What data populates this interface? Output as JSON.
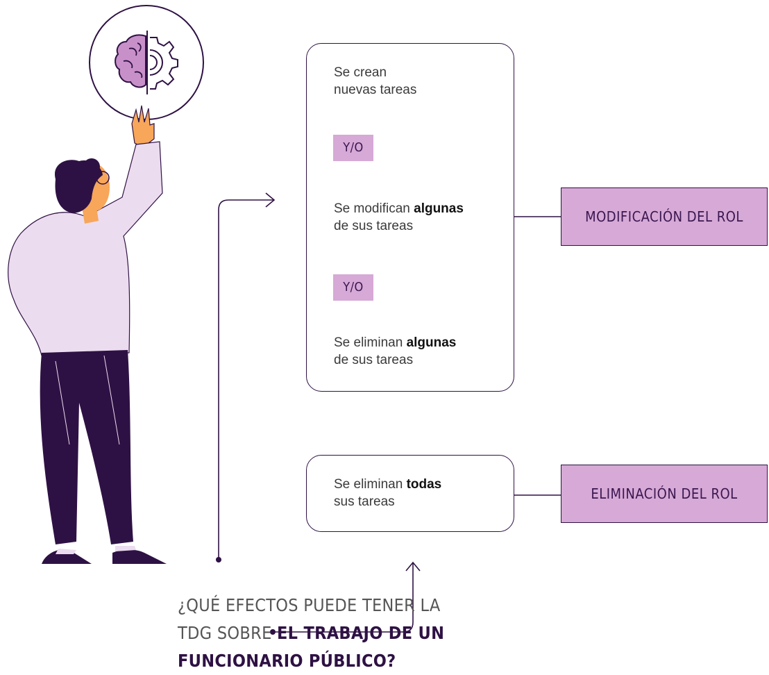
{
  "diagram": {
    "box_top": {
      "item1": {
        "line1": "Se crean",
        "line2": "nuevas tareas"
      },
      "connector1": "Y/O",
      "item2": {
        "pre": "Se modifican ",
        "bold": "algunas",
        "line2": "de sus tareas"
      },
      "connector2": "Y/O",
      "item3": {
        "pre": "Se eliminan ",
        "bold": "algunas",
        "line2": "de sus tareas"
      }
    },
    "box_bottom": {
      "pre": "Se eliminan ",
      "bold": "todas",
      "line2": "sus tareas"
    },
    "result_top": "MODIFICACIÓN DEL ROL",
    "result_bottom": "ELIMINACIÓN DEL ROL",
    "question": {
      "part1": "¿QUÉ EFECTOS PUEDE TENER LA",
      "part2": "TDG SOBRE ",
      "part2_bold": "EL TRABAJO DE UN",
      "part3_bold": "FUNCIONARIO PÚBLICO?"
    }
  },
  "icons": {
    "brain_gear": "brain-gear-icon"
  },
  "colors": {
    "dark_purple": "#2e1144",
    "light_purple": "#d6a9d6",
    "lavender": "#ecdcef",
    "skin": "#f7a65a"
  }
}
